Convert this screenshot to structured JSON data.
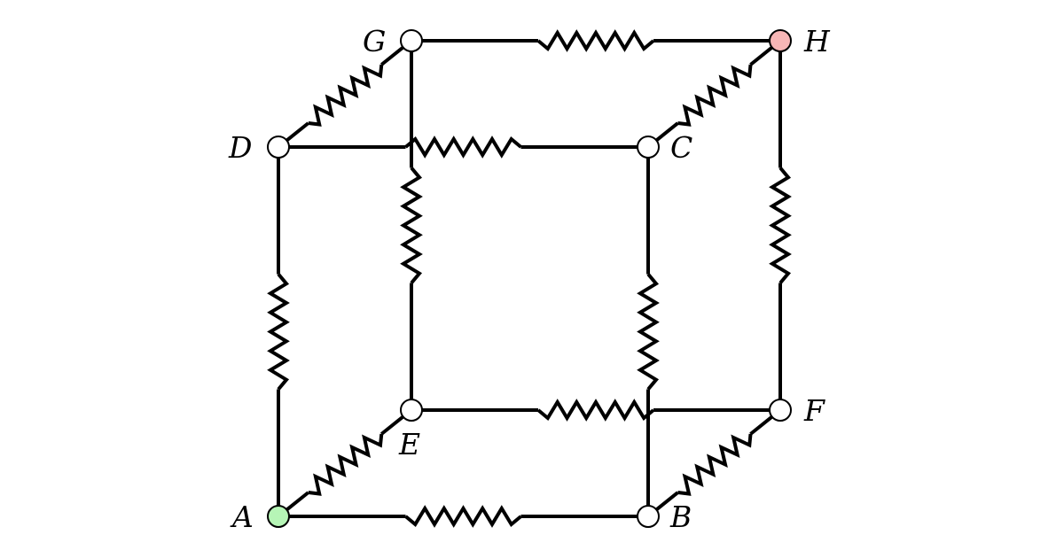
{
  "diagram": {
    "nodes": [
      {
        "id": "A",
        "label": "A",
        "fill": "#b6f5b6"
      },
      {
        "id": "B",
        "label": "B",
        "fill": "#ffffff"
      },
      {
        "id": "C",
        "label": "C",
        "fill": "#ffffff"
      },
      {
        "id": "D",
        "label": "D",
        "fill": "#ffffff"
      },
      {
        "id": "E",
        "label": "E",
        "fill": "#ffffff"
      },
      {
        "id": "F",
        "label": "F",
        "fill": "#ffffff"
      },
      {
        "id": "G",
        "label": "G",
        "fill": "#ffffff"
      },
      {
        "id": "H",
        "label": "H",
        "fill": "#f7b6b6"
      }
    ],
    "edges": [
      {
        "from": "A",
        "to": "B",
        "type": "resistor"
      },
      {
        "from": "A",
        "to": "D",
        "type": "resistor"
      },
      {
        "from": "A",
        "to": "E",
        "type": "resistor"
      },
      {
        "from": "B",
        "to": "C",
        "type": "resistor"
      },
      {
        "from": "B",
        "to": "F",
        "type": "resistor"
      },
      {
        "from": "C",
        "to": "D",
        "type": "resistor"
      },
      {
        "from": "C",
        "to": "H",
        "type": "resistor"
      },
      {
        "from": "D",
        "to": "G",
        "type": "resistor"
      },
      {
        "from": "E",
        "to": "F",
        "type": "resistor"
      },
      {
        "from": "E",
        "to": "G",
        "type": "resistor"
      },
      {
        "from": "F",
        "to": "H",
        "type": "resistor"
      },
      {
        "from": "G",
        "to": "H",
        "type": "resistor"
      }
    ]
  }
}
